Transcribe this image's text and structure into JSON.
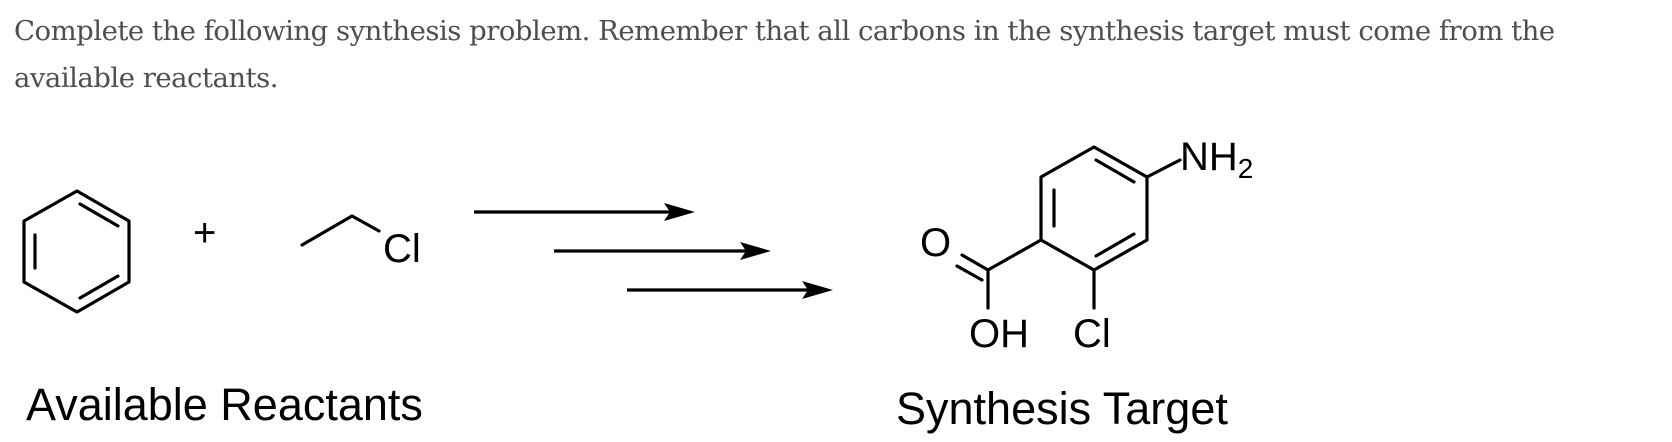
{
  "question": {
    "text": "Complete the following synthesis problem.  Remember that all carbons in the synthesis target must come from the available reactants."
  },
  "reactants": {
    "plus": "+",
    "ethyl_chloride_cl": "Cl",
    "label": "Available Reactants"
  },
  "target": {
    "nh2_main": "NH",
    "nh2_sub": "2",
    "carbonyl_o": "O",
    "hydroxyl": "OH",
    "chloro": "Cl",
    "label": "Synthesis Target"
  },
  "scheme": {
    "arrow_count": 3
  }
}
